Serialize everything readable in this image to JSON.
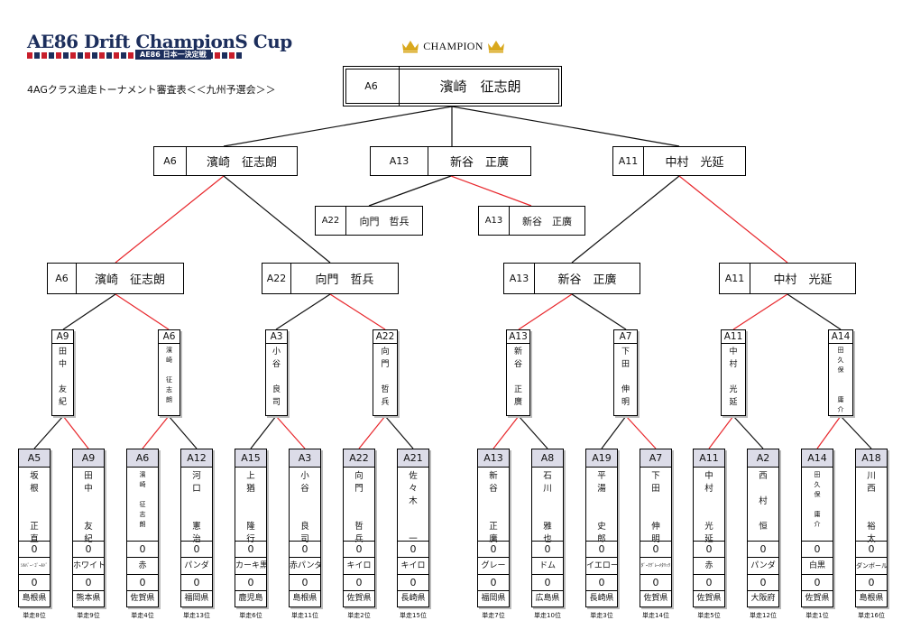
{
  "header": {
    "logo_title": "AE86 Drift ChampionS Cup",
    "logo_sub": "AE86 日本一決定戦",
    "subtitle": "4AGクラス追走トーナメント審査表＜＜九州予選会＞＞",
    "champion_label": "CHAMPION",
    "crown_color": "#d9a81c"
  },
  "colors": {
    "winner_line": "#e8262b",
    "loser_line": "#111111",
    "code_bg": "#dcdce8"
  },
  "champion": {
    "code": "A6",
    "name": "濱崎　征志朗"
  },
  "semi_finals": [
    {
      "code": "A6",
      "name": "濱崎　征志朗"
    },
    {
      "code": "A13",
      "name": "新谷　正廣"
    },
    {
      "code": "A11",
      "name": "中村　光延"
    }
  ],
  "third_place": [
    {
      "code": "A22",
      "name": "向門　哲兵"
    },
    {
      "code": "A13",
      "name": "新谷　正廣"
    }
  ],
  "quarter_finals": [
    {
      "code": "A6",
      "name": "濱崎　征志朗"
    },
    {
      "code": "A22",
      "name": "向門　哲兵"
    },
    {
      "code": "A13",
      "name": "新谷　正廣"
    },
    {
      "code": "A11",
      "name": "中村　光延"
    }
  ],
  "round_of_16": [
    {
      "code": "A9",
      "name": "田\n中\n\n友\n紀"
    },
    {
      "code": "A6",
      "name": "濱\n崎\n\n征\n志\n朗"
    },
    {
      "code": "A3",
      "name": "小\n谷\n\n良\n司"
    },
    {
      "code": "A22",
      "name": "向\n門\n\n哲\n兵"
    },
    {
      "code": "A13",
      "name": "新\n谷\n\n正\n廣"
    },
    {
      "code": "A7",
      "name": "下\n田\n\n伸\n明"
    },
    {
      "code": "A11",
      "name": "中\n村\n\n光\n延"
    },
    {
      "code": "A14",
      "name": "田\n久\n保\n\n\n庸\n介"
    }
  ],
  "competitors": [
    {
      "code": "A5",
      "name": "坂\n根\n\n\n正\n直",
      "r1": "0",
      "car": "ｼﾙﾊﾞｰ･ｺﾞｰﾙﾄﾞ",
      "r2": "0",
      "pref": "島根県",
      "rank": "単走8位"
    },
    {
      "code": "A9",
      "name": "田\n中\n\n\n友\n紀",
      "r1": "0",
      "car": "ホワイト",
      "r2": "0",
      "pref": "熊本県",
      "rank": "単走9位"
    },
    {
      "code": "A6",
      "name": "濱\n崎\n\n征\n志\n朗",
      "r1": "0",
      "car": "赤",
      "r2": "0",
      "pref": "佐賀県",
      "rank": "単走4位"
    },
    {
      "code": "A12",
      "name": "河\n口\n\n\n憲\n治",
      "r1": "0",
      "car": "パンダ",
      "r2": "0",
      "pref": "福岡県",
      "rank": "単走13位"
    },
    {
      "code": "A15",
      "name": "上\n猶\n\n\n隆\n行",
      "r1": "0",
      "car": "カーキ黒",
      "r2": "0",
      "pref": "鹿児島",
      "rank": "単走6位"
    },
    {
      "code": "A3",
      "name": "小\n谷\n\n\n良\n司",
      "r1": "0",
      "car": "赤パンダ",
      "r2": "0",
      "pref": "島根県",
      "rank": "単走11位"
    },
    {
      "code": "A22",
      "name": "向\n門\n\n\n哲\n兵",
      "r1": "0",
      "car": "キイロ",
      "r2": "0",
      "pref": "佐賀県",
      "rank": "単走2位"
    },
    {
      "code": "A21",
      "name": "佐\n々\n木\n\n\n一",
      "r1": "0",
      "car": "キイロ",
      "r2": "0",
      "pref": "長崎県",
      "rank": "単走15位"
    },
    {
      "code": "A13",
      "name": "新\n谷\n\n\n正\n廣",
      "r1": "0",
      "car": "グレー",
      "r2": "0",
      "pref": "福岡県",
      "rank": "単走7位"
    },
    {
      "code": "A8",
      "name": "石\n川\n\n\n雅\n也",
      "r1": "0",
      "car": "ドム",
      "r2": "0",
      "pref": "広島県",
      "rank": "単走10位"
    },
    {
      "code": "A19",
      "name": "平\n湯\n\n\n史\n郎",
      "r1": "0",
      "car": "イエロー",
      "r2": "0",
      "pref": "長崎県",
      "rank": "単走3位"
    },
    {
      "code": "A7",
      "name": "下\n田\n\n\n伸\n明",
      "r1": "0",
      "car": "ﾀﾞｰｸｸﾞﾚｰﾒﾀﾘｯｸ",
      "r2": "0",
      "pref": "佐賀県",
      "rank": "単走14位"
    },
    {
      "code": "A11",
      "name": "中\n村\n\n\n光\n延",
      "r1": "0",
      "car": "赤",
      "r2": "0",
      "pref": "佐賀県",
      "rank": "単走5位"
    },
    {
      "code": "A2",
      "name": "西\n\n村\n\n恒",
      "r1": "0",
      "car": "パンダ",
      "r2": "0",
      "pref": "大阪府",
      "rank": "単走12位"
    },
    {
      "code": "A14",
      "name": "田\n久\n保\n\n庸\n介",
      "r1": "0",
      "car": "白黒",
      "r2": "0",
      "pref": "佐賀県",
      "rank": "単走1位"
    },
    {
      "code": "A18",
      "name": "川\n西\n\n\n裕\n太",
      "r1": "0",
      "car": "ダンボール",
      "r2": "0",
      "pref": "島根県",
      "rank": "単走16位"
    }
  ]
}
